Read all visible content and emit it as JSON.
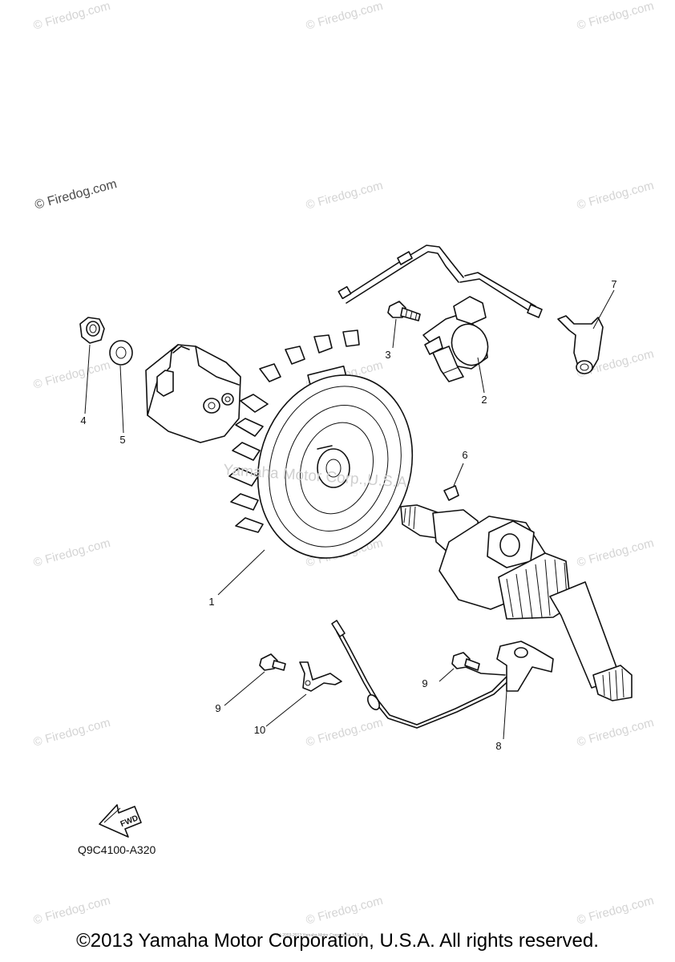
{
  "watermark": "© Firedog.com",
  "center_watermark": "Yamaha Motor Corp.,U.S.A.",
  "callouts": {
    "c1": "1",
    "c2": "2",
    "c3": "3",
    "c4": "4",
    "c5": "5",
    "c6": "6",
    "c7": "7",
    "c8": "8",
    "c9a": "9",
    "c9b": "9",
    "c10": "10"
  },
  "fwd_label": "FWD",
  "part_code": "Q9C4100-A320",
  "fine_print": "(c) 2003-2013 Yamaha Motor Corporation, U.S.A.",
  "copyright": "©2013 Yamaha Motor Corporation, U.S.A. All rights reserved."
}
